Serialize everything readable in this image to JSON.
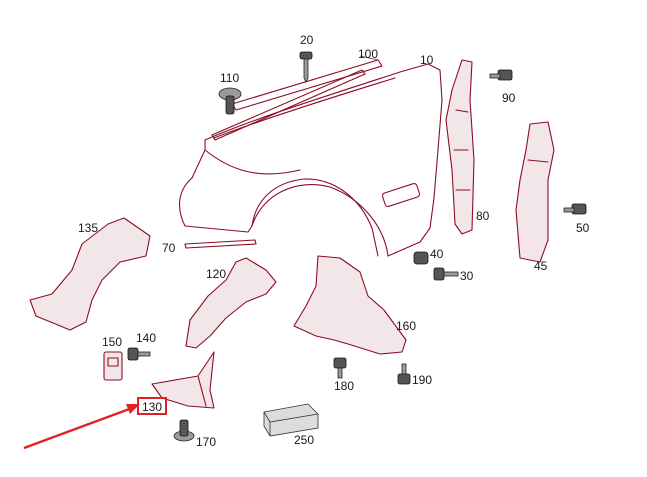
{
  "colors": {
    "part_outline": "#8b0d27",
    "hardware": "#9a9a9a",
    "arrow": "#e41e26",
    "highlight_box": "#e41e26"
  },
  "labels": {
    "p10": "10",
    "p20": "20",
    "p30": "30",
    "p40": "40",
    "p45": "45",
    "p50": "50",
    "p70": "70",
    "p80": "80",
    "p90": "90",
    "p100": "100",
    "p110": "110",
    "p120": "120",
    "p130": "130",
    "p135": "135",
    "p140": "140",
    "p150": "150",
    "p160": "160",
    "p170": "170",
    "p180": "180",
    "p190": "190",
    "p250": "250"
  },
  "highlight": {
    "part": "130",
    "marker": "red-arrow"
  }
}
